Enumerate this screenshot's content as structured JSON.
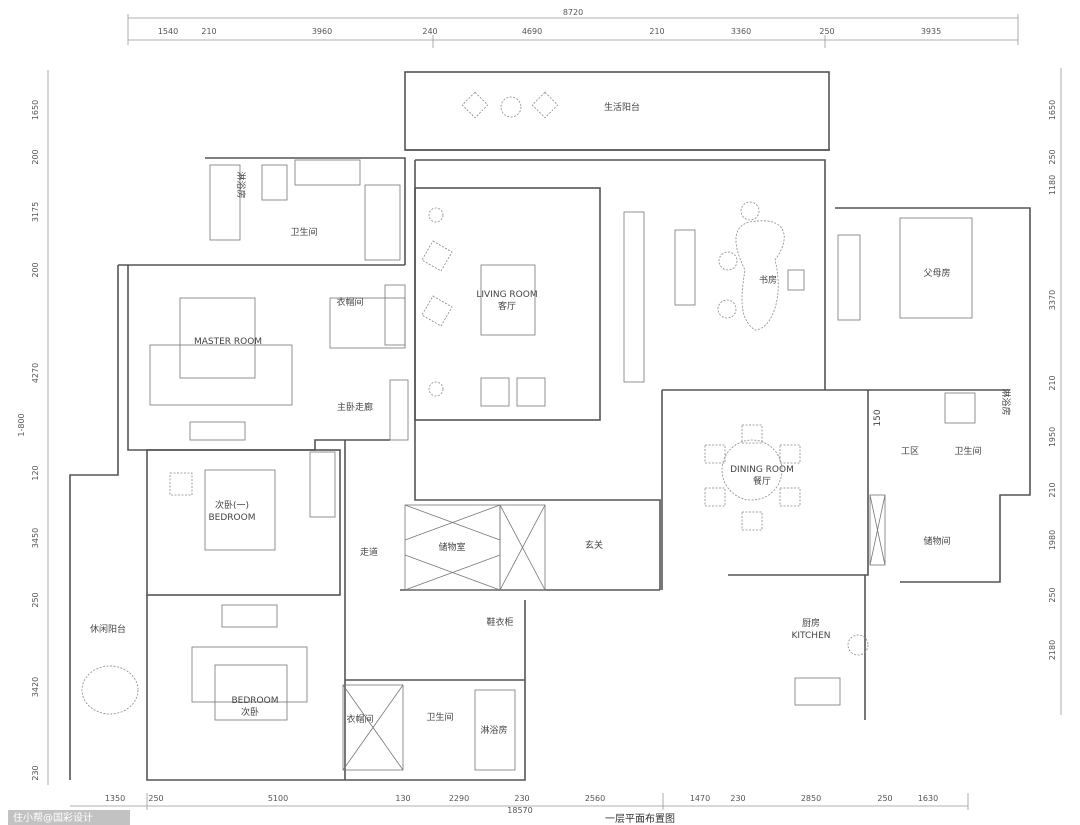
{
  "title": "一层平面布置图",
  "scale": "1-800",
  "watermark": "住小帮@国彩设计",
  "dims": {
    "top_total": "8720",
    "top": [
      "1540",
      "210",
      "3960",
      "240",
      "4690",
      "210",
      "3360",
      "250",
      "3935"
    ],
    "bottom_total": "18570",
    "bottom": [
      "1350",
      "250",
      "5100",
      "130",
      "2290",
      "230",
      "2560",
      "1470",
      "230",
      "2850",
      "250",
      "1630"
    ],
    "left": [
      "1650",
      "200",
      "3175",
      "200",
      "4270",
      "120",
      "3450",
      "250",
      "3420",
      "230"
    ],
    "right": [
      "1650",
      "250",
      "1180",
      "3370",
      "210",
      "1950",
      "210",
      "1980",
      "250",
      "2180"
    ]
  },
  "rooms": {
    "balcony_top": "生活阳台",
    "shower_1": "淋浴房",
    "bathroom_1": "卫生间",
    "cloakroom_1": "衣帽间",
    "master_en": "MASTER ROOM",
    "master_corridor": "主卧走廊",
    "living_en": "LIVING ROOM",
    "living_cn": "客厅",
    "study": "书房",
    "parents": "父母房",
    "shower_2": "淋浴房",
    "work_area": "工区",
    "bathroom_2": "卫生间",
    "storage": "储物间",
    "dining_en": "DINING ROOM",
    "dining_cn": "餐厅",
    "bedroom1_cn": "次卧(一)",
    "bedroom1_en": "BEDROOM",
    "corridor": "走道",
    "storage_room": "储物室",
    "foyer": "玄关",
    "wardrobe": "鞋衣柜",
    "kitchen_cn": "厨房",
    "kitchen_en": "KITCHEN",
    "balcony_left": "休闲阳台",
    "bedroom2_en": "BEDROOM",
    "bedroom2_cn": "次卧",
    "cloakroom_2": "衣帽间",
    "bathroom_3": "卫生间",
    "shower_3": "淋浴房",
    "dim_150": "150"
  }
}
